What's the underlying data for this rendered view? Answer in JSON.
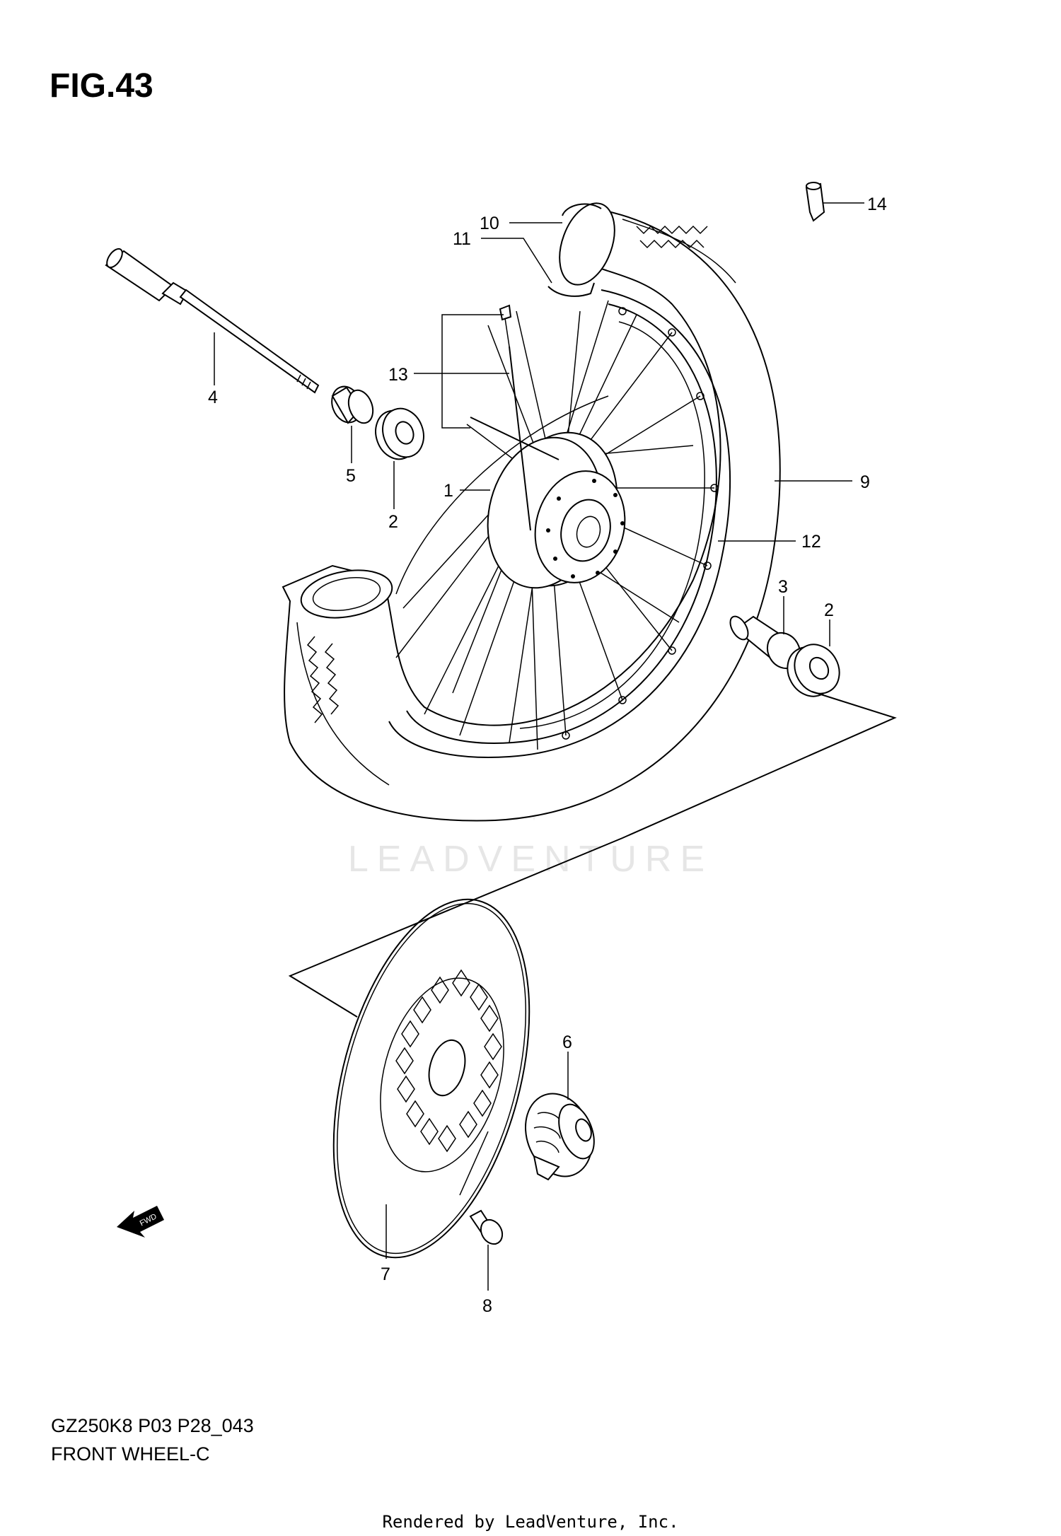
{
  "figure_title": "FIG.43",
  "callouts": [
    "1",
    "2",
    "2",
    "3",
    "4",
    "5",
    "6",
    "7",
    "8",
    "9",
    "10",
    "11",
    "12",
    "13",
    "14"
  ],
  "fwd_label": "FWD",
  "watermark": "LEADVENTURE",
  "footer": {
    "code": "GZ250K8 P03 P28_043",
    "name": "FRONT WHEEL-C"
  },
  "rendered_by": "Rendered by LeadVenture, Inc."
}
